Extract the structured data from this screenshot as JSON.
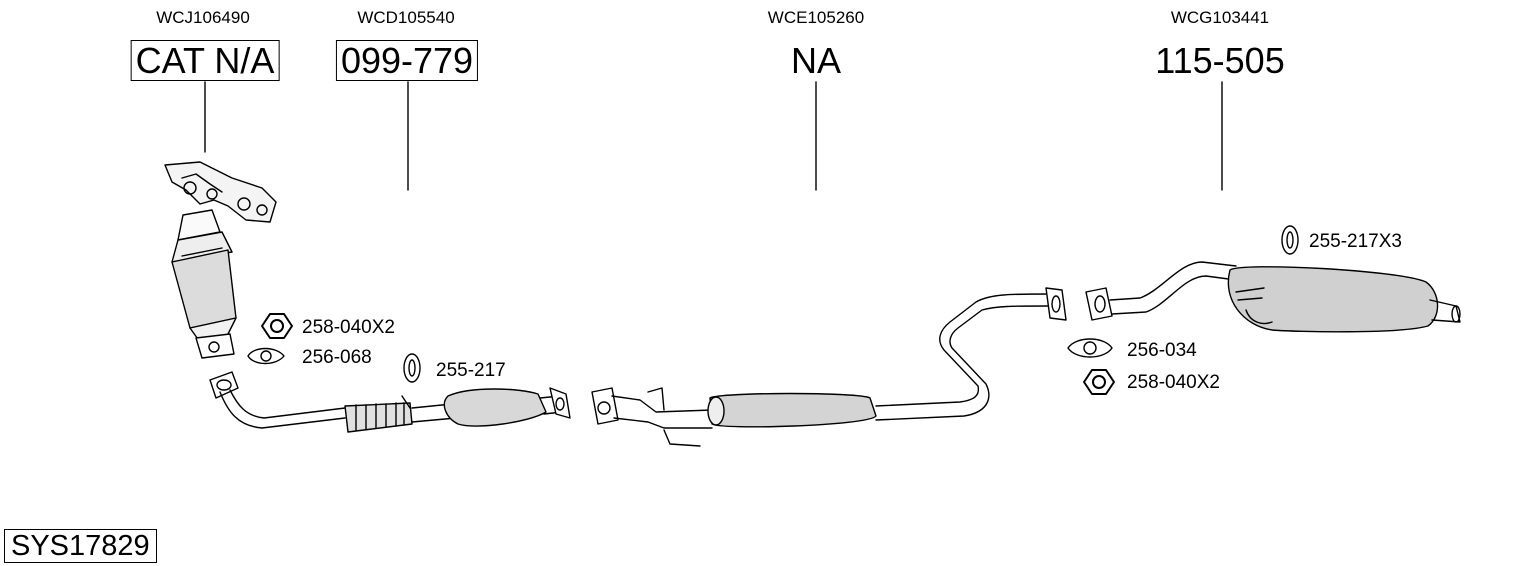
{
  "groups": [
    {
      "ref": "WCJ106490",
      "part": "CAT N/A",
      "boxed": true
    },
    {
      "ref": "WCD105540",
      "part": "099-779",
      "boxed": true
    },
    {
      "ref": "WCE105260",
      "part": "NA",
      "boxed": false
    },
    {
      "ref": "WCG103441",
      "part": "115-505",
      "boxed": false
    }
  ],
  "hardware": {
    "nut_front": "258-040X2",
    "gasket_front": "256-068",
    "hanger_front": "255-217",
    "hanger_rear": "255-217X3",
    "gasket_rear": "256-034",
    "nut_rear": "258-040X2"
  },
  "system_id": "SYS17829"
}
